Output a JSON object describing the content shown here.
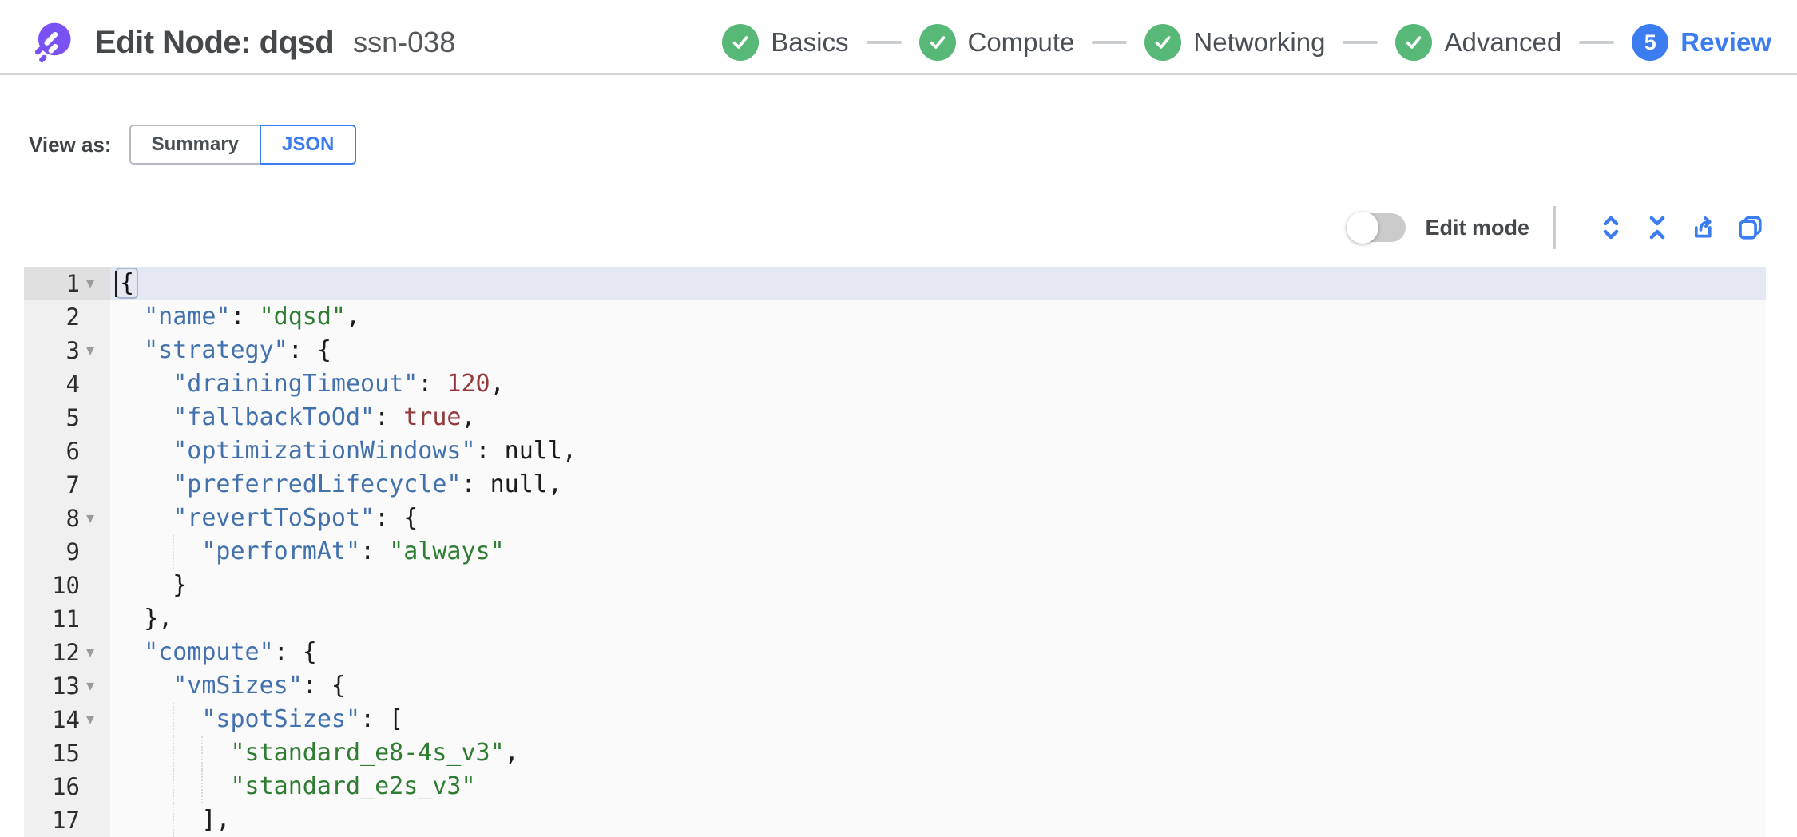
{
  "header": {
    "title": "Edit Node: dqsd",
    "node_id": "ssn-038",
    "steps": [
      {
        "label": "Basics",
        "state": "done"
      },
      {
        "label": "Compute",
        "state": "done"
      },
      {
        "label": "Networking",
        "state": "done"
      },
      {
        "label": "Advanced",
        "state": "done"
      },
      {
        "label": "Review",
        "state": "active",
        "number": "5"
      }
    ]
  },
  "view_as": {
    "label": "View as:",
    "options": [
      {
        "label": "Summary",
        "active": false
      },
      {
        "label": "JSON",
        "active": true
      }
    ]
  },
  "toolbar": {
    "edit_mode_label": "Edit mode",
    "edit_mode_on": false,
    "icons": [
      "expand-icon",
      "collapse-icon",
      "export-icon",
      "copy-icon"
    ]
  },
  "colors": {
    "accent_blue": "#3b7cf0",
    "step_green": "#57b878",
    "logo_purple": "#7a52f4",
    "code_key": "#4271ae",
    "code_string": "#2e7d32",
    "code_number": "#943a3c",
    "active_line_bg": "#e4e8f1",
    "gutter_bg": "#f0f0f0"
  },
  "editor": {
    "active_line": 1,
    "lines": [
      {
        "num": 1,
        "fold": true,
        "cursor": true,
        "tokens": [
          [
            "m",
            "{"
          ]
        ]
      },
      {
        "num": 2,
        "fold": false,
        "tokens": [
          [
            "p",
            "  "
          ],
          [
            "k",
            "\"name\""
          ],
          [
            "p",
            ": "
          ],
          [
            "s",
            "\"dqsd\""
          ],
          [
            "p",
            ","
          ]
        ]
      },
      {
        "num": 3,
        "fold": true,
        "tokens": [
          [
            "p",
            "  "
          ],
          [
            "k",
            "\"strategy\""
          ],
          [
            "p",
            ": {"
          ]
        ]
      },
      {
        "num": 4,
        "fold": false,
        "tokens": [
          [
            "p",
            "    "
          ],
          [
            "k",
            "\"drainingTimeout\""
          ],
          [
            "p",
            ": "
          ],
          [
            "n",
            "120"
          ],
          [
            "p",
            ","
          ]
        ]
      },
      {
        "num": 5,
        "fold": false,
        "tokens": [
          [
            "p",
            "    "
          ],
          [
            "k",
            "\"fallbackToOd\""
          ],
          [
            "p",
            ": "
          ],
          [
            "b",
            "true"
          ],
          [
            "p",
            ","
          ]
        ]
      },
      {
        "num": 6,
        "fold": false,
        "tokens": [
          [
            "p",
            "    "
          ],
          [
            "k",
            "\"optimizationWindows\""
          ],
          [
            "p",
            ": "
          ],
          [
            "u",
            "null"
          ],
          [
            "p",
            ","
          ]
        ]
      },
      {
        "num": 7,
        "fold": false,
        "tokens": [
          [
            "p",
            "    "
          ],
          [
            "k",
            "\"preferredLifecycle\""
          ],
          [
            "p",
            ": "
          ],
          [
            "u",
            "null"
          ],
          [
            "p",
            ","
          ]
        ]
      },
      {
        "num": 8,
        "fold": true,
        "tokens": [
          [
            "p",
            "    "
          ],
          [
            "k",
            "\"revertToSpot\""
          ],
          [
            "p",
            ": {"
          ]
        ]
      },
      {
        "num": 9,
        "fold": false,
        "tokens": [
          [
            "p",
            "      "
          ],
          [
            "k",
            "\"performAt\""
          ],
          [
            "p",
            ": "
          ],
          [
            "s",
            "\"always\""
          ]
        ]
      },
      {
        "num": 10,
        "fold": false,
        "tokens": [
          [
            "p",
            "    }"
          ]
        ]
      },
      {
        "num": 11,
        "fold": false,
        "tokens": [
          [
            "p",
            "  },"
          ]
        ]
      },
      {
        "num": 12,
        "fold": true,
        "tokens": [
          [
            "p",
            "  "
          ],
          [
            "k",
            "\"compute\""
          ],
          [
            "p",
            ": {"
          ]
        ]
      },
      {
        "num": 13,
        "fold": true,
        "tokens": [
          [
            "p",
            "    "
          ],
          [
            "k",
            "\"vmSizes\""
          ],
          [
            "p",
            ": {"
          ]
        ]
      },
      {
        "num": 14,
        "fold": true,
        "tokens": [
          [
            "p",
            "      "
          ],
          [
            "k",
            "\"spotSizes\""
          ],
          [
            "p",
            ": ["
          ]
        ]
      },
      {
        "num": 15,
        "fold": false,
        "tokens": [
          [
            "p",
            "        "
          ],
          [
            "s",
            "\"standard_e8-4s_v3\""
          ],
          [
            "p",
            ","
          ]
        ]
      },
      {
        "num": 16,
        "fold": false,
        "tokens": [
          [
            "p",
            "        "
          ],
          [
            "s",
            "\"standard_e2s_v3\""
          ]
        ]
      },
      {
        "num": 17,
        "fold": false,
        "tokens": [
          [
            "p",
            "      ],"
          ]
        ]
      }
    ]
  }
}
